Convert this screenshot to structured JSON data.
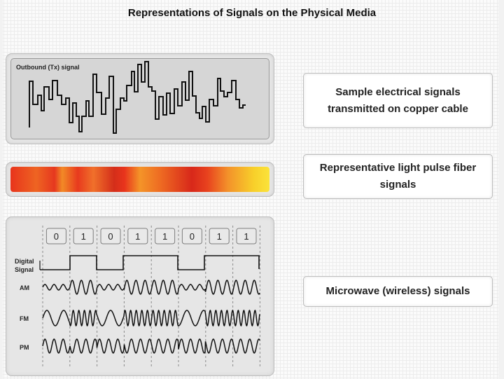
{
  "page": {
    "title": "Representations of Signals on the Physical Media"
  },
  "electrical": {
    "label": "Outbound (Tx) signal"
  },
  "wireless": {
    "bits": [
      "0",
      "1",
      "0",
      "1",
      "1",
      "0",
      "1",
      "1"
    ],
    "row_labels": {
      "digital": [
        "Digital",
        "Signal"
      ],
      "am": "AM",
      "fm": "FM",
      "pm": "PM"
    }
  },
  "callouts": {
    "copper": [
      "Sample electrical signals",
      "transmitted on copper cable"
    ],
    "fiber": [
      "Representative light pulse fiber",
      "signals"
    ],
    "wireless": [
      "Microwave (wireless) signals"
    ]
  }
}
